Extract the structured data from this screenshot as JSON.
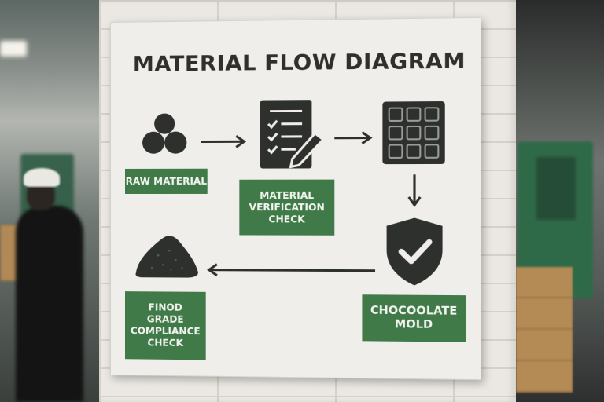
{
  "sign": {
    "title": "MATERIAL FLOW DIAGRAM",
    "steps": [
      {
        "label": "RAW MATERIAL",
        "icon": "circles-cluster-icon"
      },
      {
        "label": "MATERIAL\nVERIFICATION\nCHECK",
        "icon": "checklist-pencil-icon"
      },
      {
        "icon": "grid-mold-tray-icon"
      },
      {
        "icon": "shield-check-icon"
      },
      {
        "label": "CHOCOOLATE\nMOLD"
      },
      {
        "label": "FINOD\nGRADE\nCOMPLIANCE\nCHECK",
        "icon": "powder-pile-icon"
      }
    ]
  },
  "colors": {
    "label_green": "#3f7a48",
    "icon_dark": "#2e302e",
    "sign_white": "#f0eeea",
    "title_text": "#2f2f2d"
  }
}
